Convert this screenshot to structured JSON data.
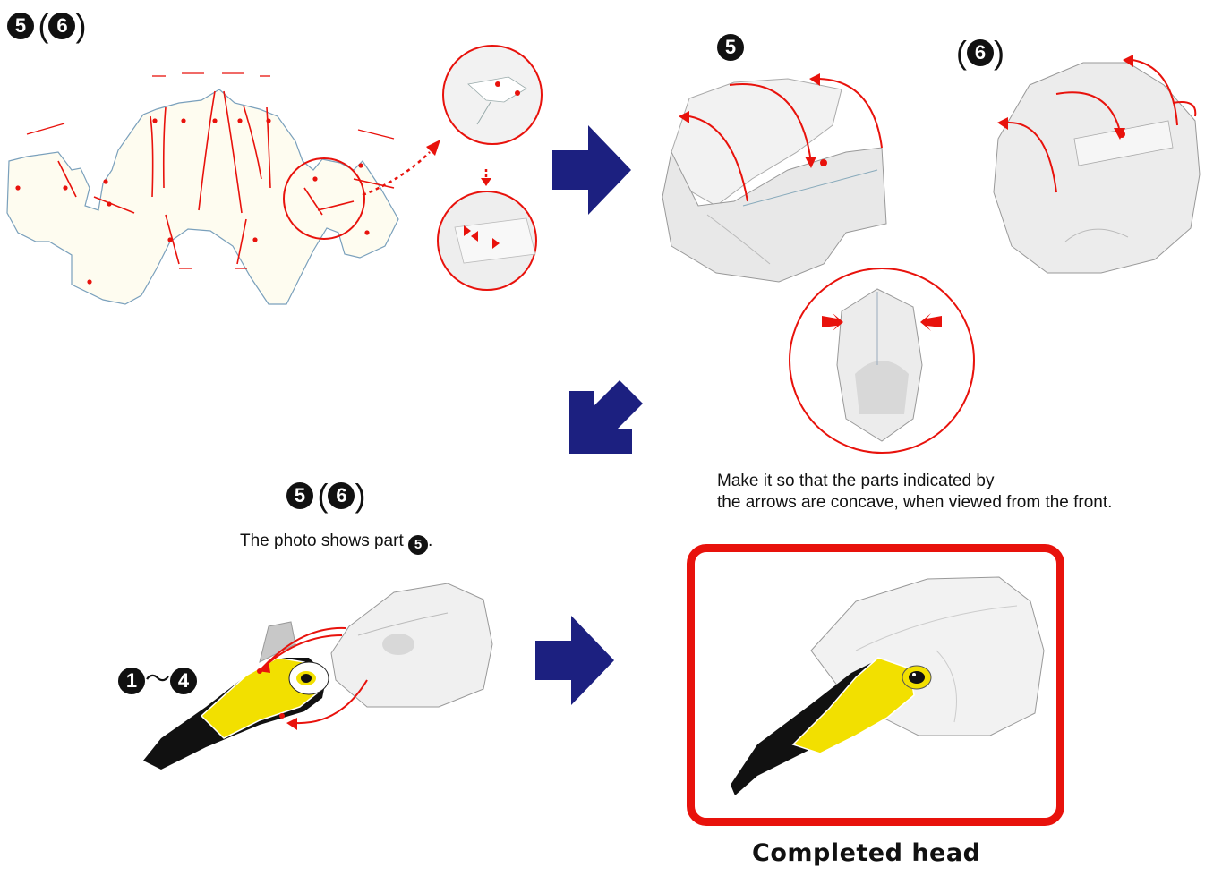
{
  "step_label_top": {
    "part": "5",
    "alt_part": "6",
    "open": "(",
    "close": ")"
  },
  "label_part5": "5",
  "label_part6": {
    "part": "6",
    "open": "(",
    "close": ")"
  },
  "step_label_bottom": {
    "part": "5",
    "alt_part": "6",
    "open": "(",
    "close": ")"
  },
  "photo_caption": {
    "text": "The photo shows part",
    "part": "5",
    "suffix": "."
  },
  "concave_instruction": "Make it so that the parts indicated by\nthe arrows are concave, when viewed from the front.",
  "beak_label": {
    "from": "1",
    "tilde": "～",
    "to": "4"
  },
  "completed_label": "Completed head",
  "colors": {
    "accent_red": "#e8120c",
    "arrow_navy": "#1c2080",
    "paper": "#fefcf0",
    "beak_yellow": "#f2e000",
    "beak_black": "#111111"
  },
  "icons": [
    "arrow-right-icon",
    "arrow-down-left-icon"
  ]
}
